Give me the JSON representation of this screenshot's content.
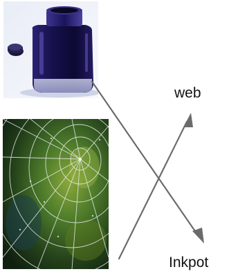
{
  "labels": {
    "web": "web",
    "inkpot": "Inkpot"
  },
  "images": {
    "inkpot": "ink-bottle-photo",
    "web": "spider-web-photo"
  },
  "colors": {
    "arrow": "#6b6b6b",
    "ink": "#1c1553",
    "web_background": "#2f5a22"
  }
}
